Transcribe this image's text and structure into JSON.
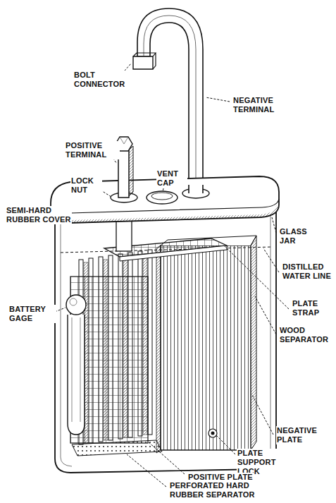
{
  "diagram": {
    "labels": [
      "BOLT CONNECTOR",
      "NEGATIVE TERMINAL",
      "POSITIVE TERMINAL",
      "LOCK NUT",
      "VENT CAP",
      "SEMI-HARD RUBBER COVER",
      "GLASS JAR",
      "DISTILLED WATER LINE",
      "PLATE STRAP",
      "BATTERY GAGE",
      "WOOD SEPARATOR",
      "NEGATIVE PLATE",
      "PLATE SUPPORT LOCK",
      "POSITIVE PLATE",
      "PERFORATED HARD RUBBER SEPARATOR"
    ]
  }
}
